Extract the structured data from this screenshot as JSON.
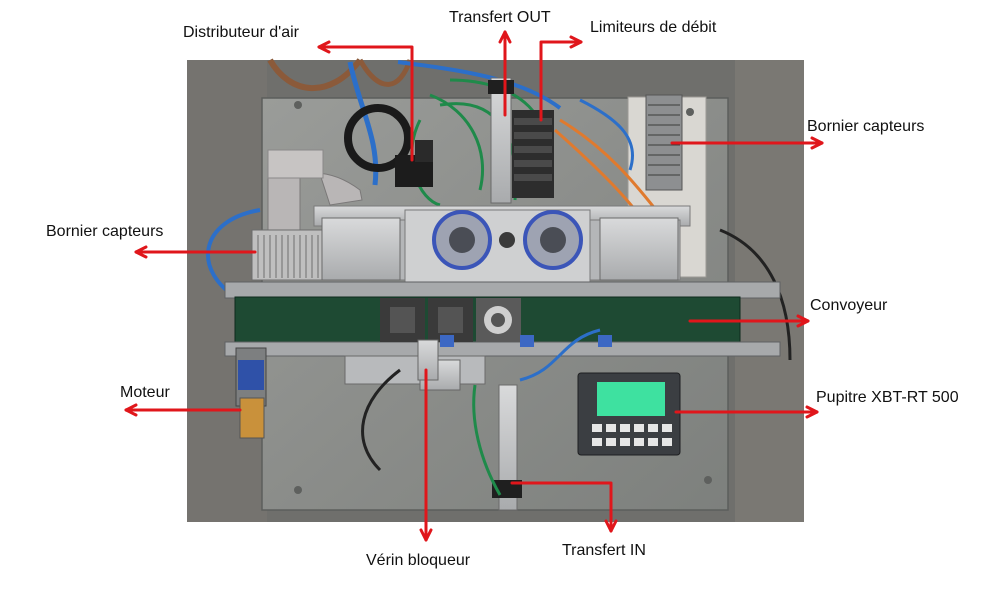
{
  "labels": {
    "distributeur": "Distributeur d'air",
    "transfert_out": "Transfert OUT",
    "limiteurs": "Limiteurs de débit",
    "bornier_right": "Bornier capteurs",
    "bornier_left": "Bornier capteurs",
    "convoyeur": "Convoyeur",
    "moteur": "Moteur",
    "pupitre": "Pupitre  XBT-RT 500",
    "verin": "Vérin bloqueur",
    "transfert_in": "Transfert IN"
  },
  "colors": {
    "arrow": "#e0161b",
    "plate": "#8f918e",
    "screen": "#3ee1a0",
    "belt": "#1e4a33"
  }
}
